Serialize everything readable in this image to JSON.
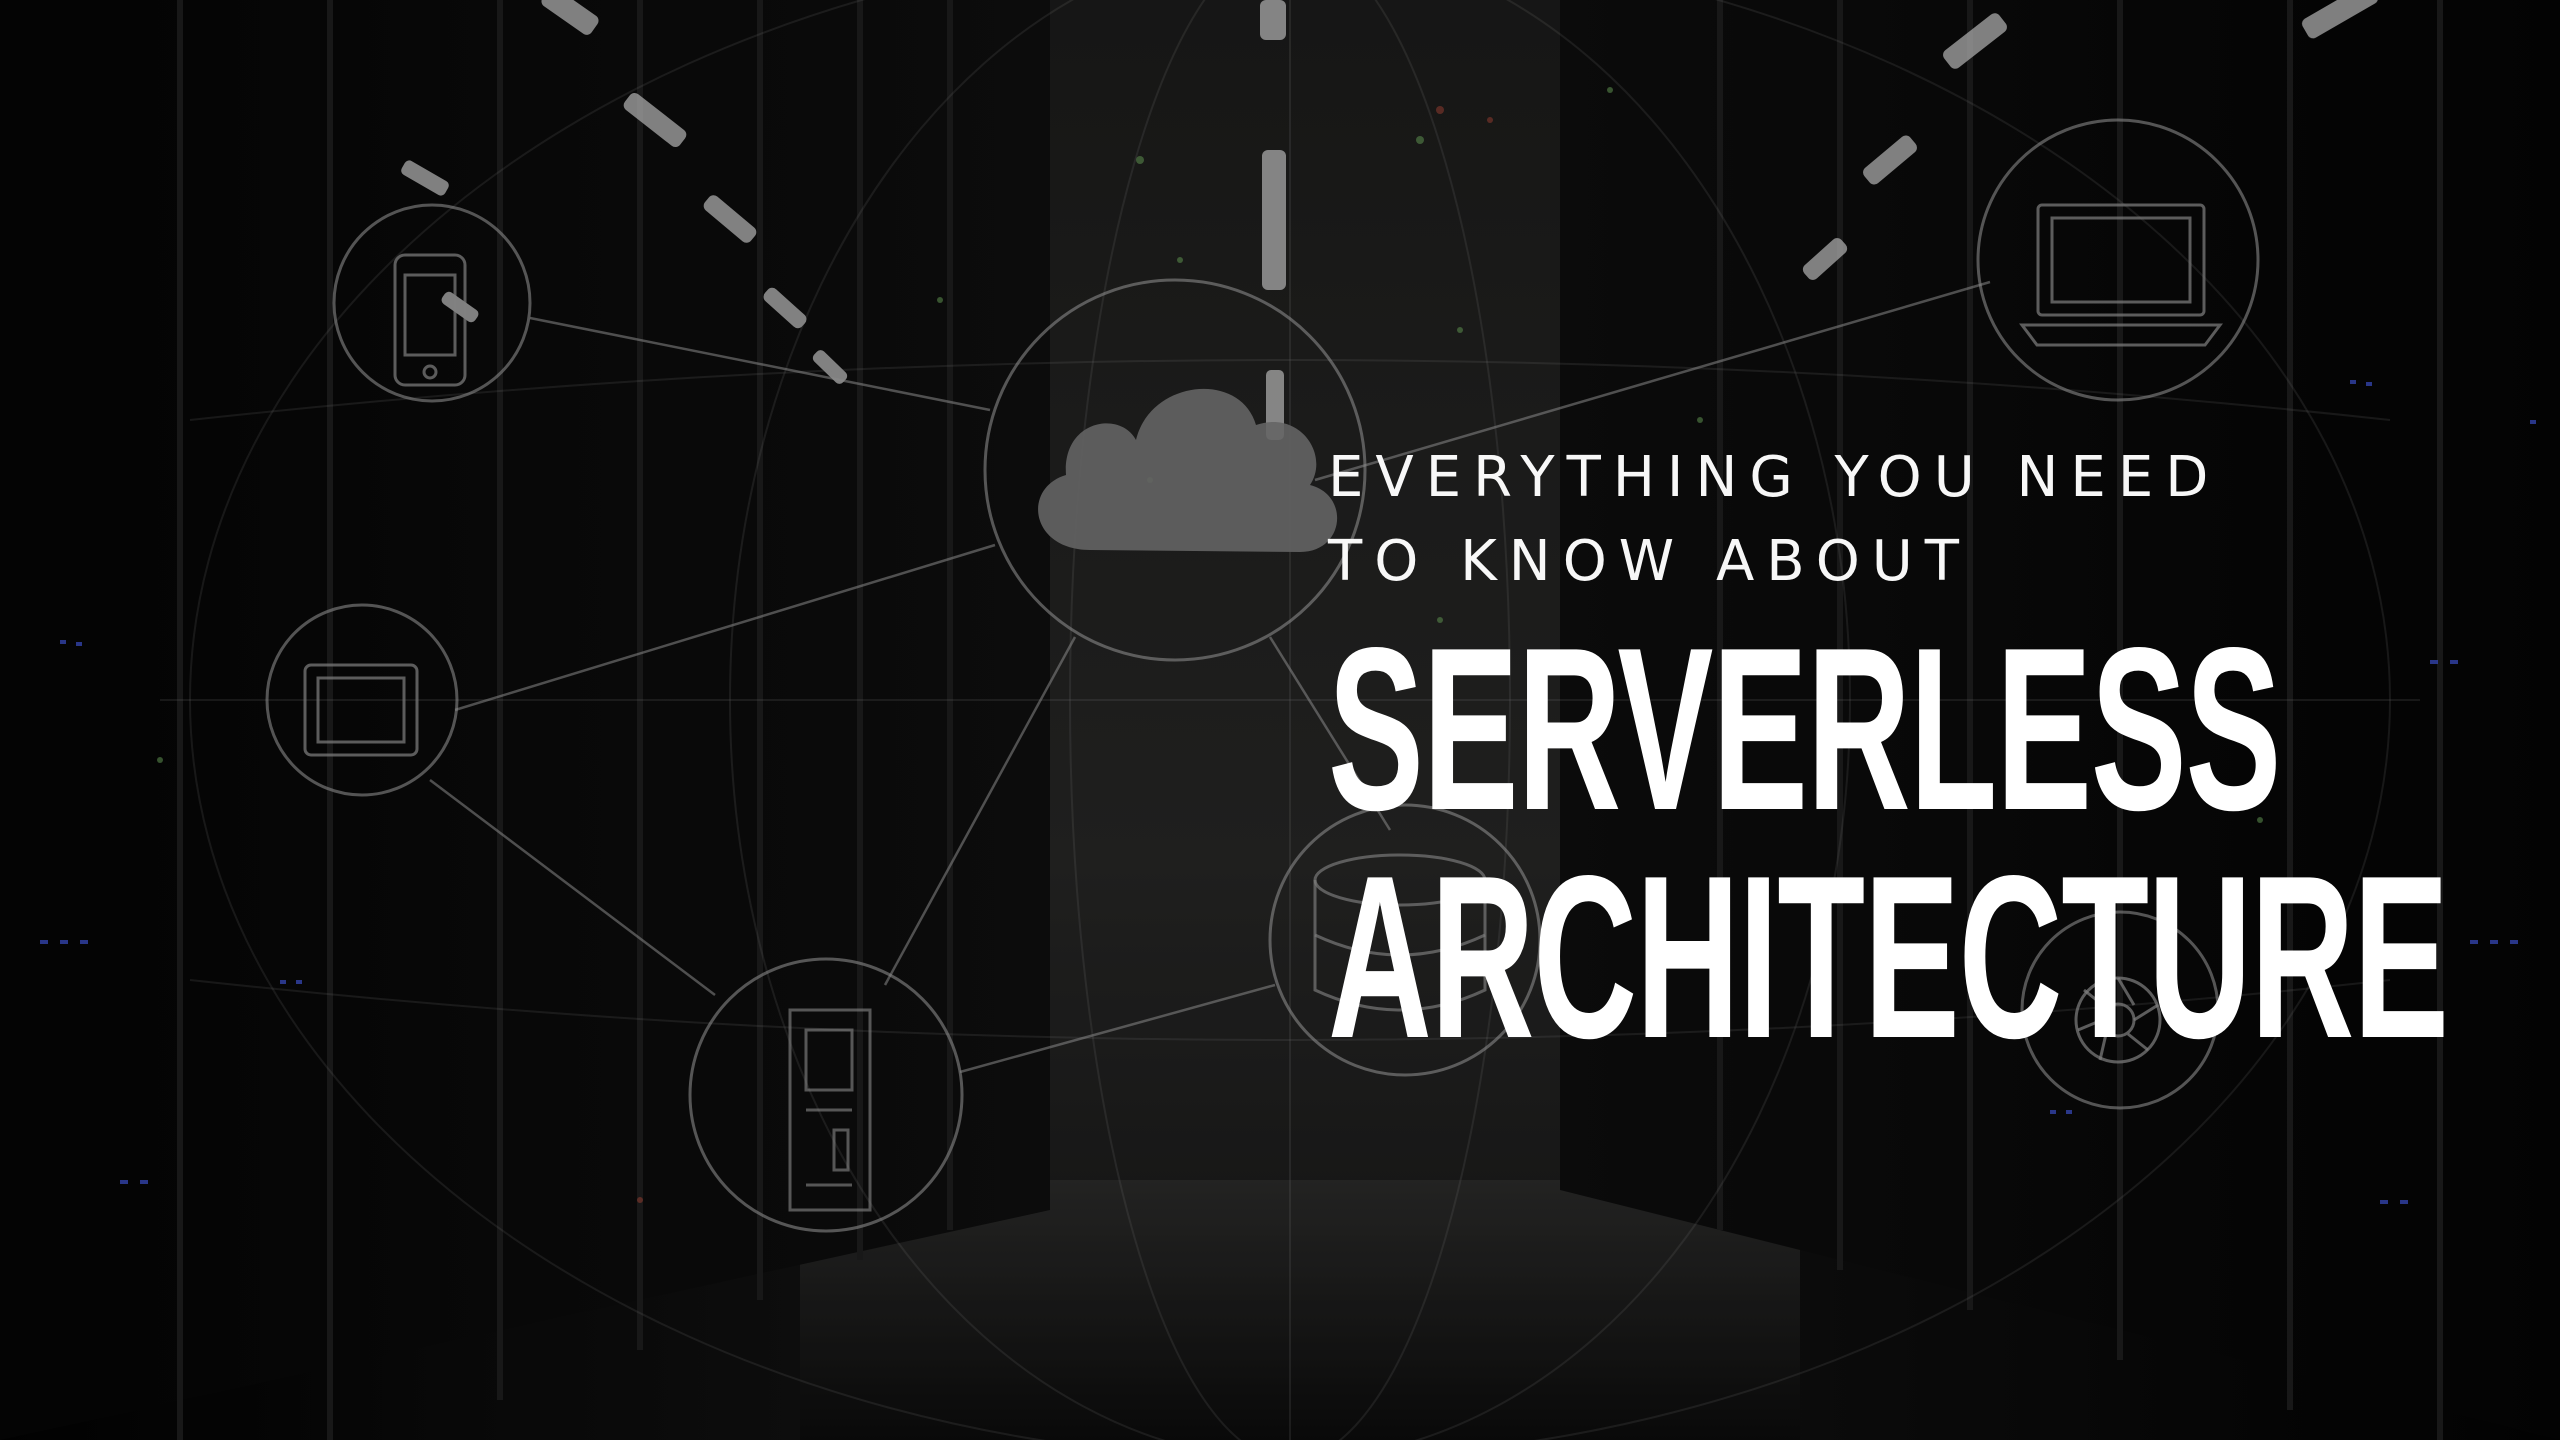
{
  "headline": {
    "kicker_line_1": "EVERYTHING YOU NEED",
    "kicker_line_2": "TO KNOW ABOUT",
    "title_line_1": "SERVERLESS",
    "title_line_2": "ARCHITECTURE"
  },
  "diagram": {
    "nodes": [
      "smartphone-icon",
      "tablet-icon",
      "server-tower-icon",
      "cloud-icon",
      "database-icon",
      "laptop-icon",
      "camera-aperture-icon"
    ]
  },
  "colors": {
    "background": "#050505",
    "headline_text": "#ffffff",
    "diagram_stroke": "#8a8a8a",
    "cloud_fill": "#7a7a7a"
  }
}
